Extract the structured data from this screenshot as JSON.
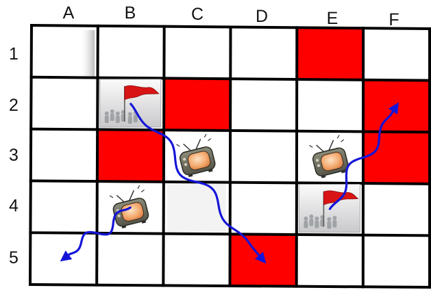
{
  "board": {
    "columns": [
      "A",
      "B",
      "C",
      "D",
      "E",
      "F"
    ],
    "rows": [
      "1",
      "2",
      "3",
      "4",
      "5"
    ],
    "colors": {
      "blocked": "#ff0000",
      "empty": "#ffffff",
      "grid": "#000000",
      "arrow": "#1515d8"
    },
    "blocked_cells": [
      "E1",
      "C2",
      "F2",
      "B3",
      "F3",
      "D5"
    ],
    "flag_pieces": [
      "B2",
      "E4"
    ],
    "tv_pieces": [
      "C3",
      "E3",
      "B4"
    ],
    "moves": [
      {
        "from": "B2",
        "to": "D5",
        "icon": "squiggly-arrow-icon"
      },
      {
        "from": "B4",
        "to": "A5",
        "icon": "squiggly-arrow-icon"
      },
      {
        "from": "E4",
        "to": "F2",
        "icon": "squiggly-arrow-icon"
      }
    ]
  }
}
